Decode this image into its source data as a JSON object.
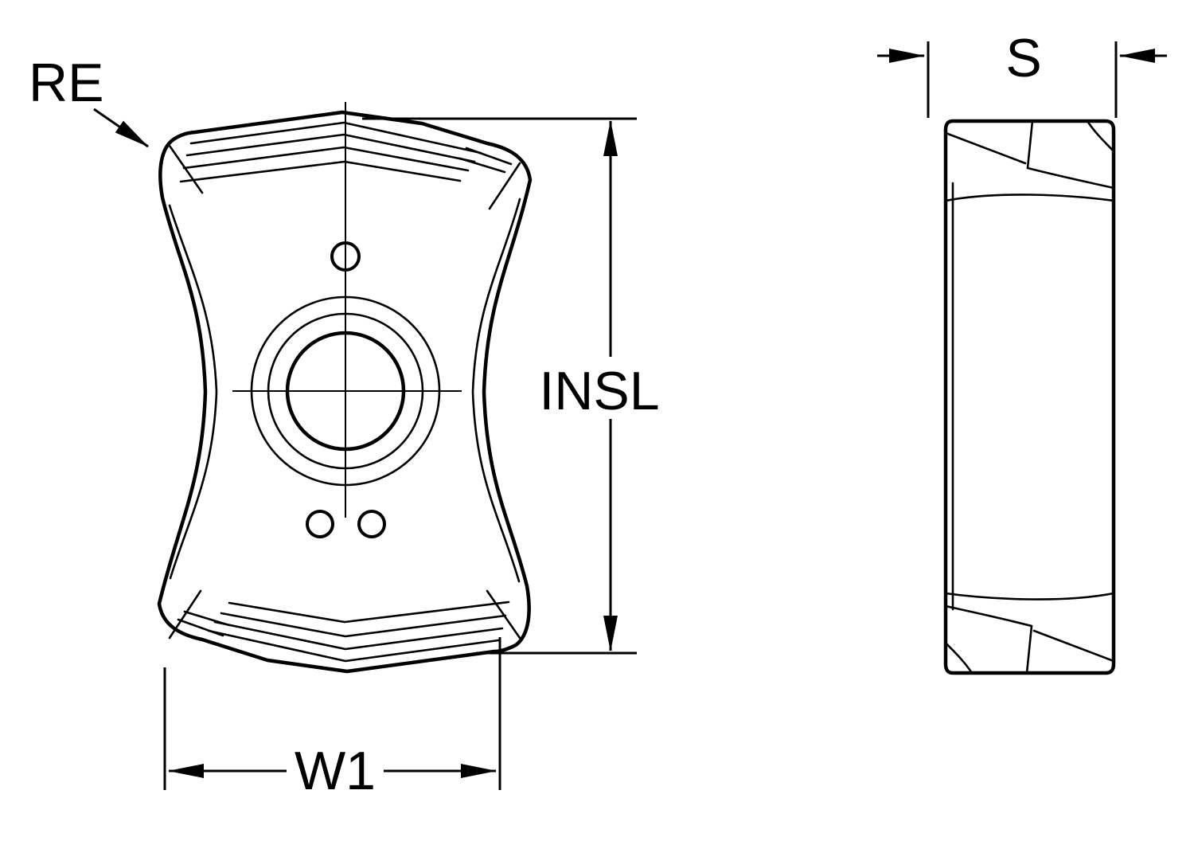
{
  "diagram": {
    "labels": {
      "corner_radius": "RE",
      "insert_length": "INSL",
      "width": "W1",
      "thickness": "S"
    },
    "colors": {
      "insert_fill": "#FFD500",
      "line": "#000000",
      "background": "#FFFFFF"
    }
  }
}
